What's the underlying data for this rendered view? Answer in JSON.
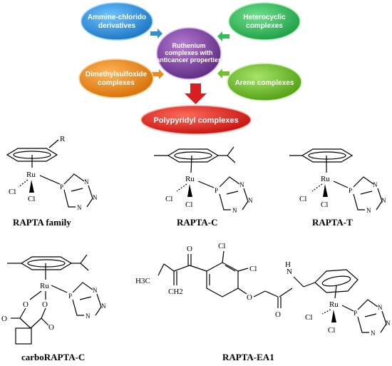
{
  "diagram": {
    "center": "Ruthenium complexes with anticancer properties",
    "categories": {
      "amine": "Ammine-chlorido derivatives",
      "heterocyclic": "Heterocyclic complexes",
      "dmso": "Dimethylsulfoxide complexes",
      "arene": "Arene complexes",
      "polypyridyl": "Polypyridyl complexes"
    },
    "colors": {
      "amine": "#2e8fd6",
      "heterocyclic": "#2fbf5a",
      "center": "#7a3f9e",
      "dmso": "#f08a1c",
      "arene": "#6ec22a",
      "polypyridyl": "#e01b1b"
    }
  },
  "structures": {
    "rapta_family": "RAPTA family",
    "rapta_c": "RAPTA-C",
    "rapta_t": "RAPTA-T",
    "carborapta_c": "carboRAPTA-C",
    "rapta_ea1": "RAPTA-EA1"
  },
  "atoms": {
    "ru": "Ru",
    "cl": "Cl",
    "p": "P",
    "n": "N",
    "r": "R",
    "o": "O",
    "h": "H",
    "h3c": "H3C",
    "ch2": "CH2"
  }
}
